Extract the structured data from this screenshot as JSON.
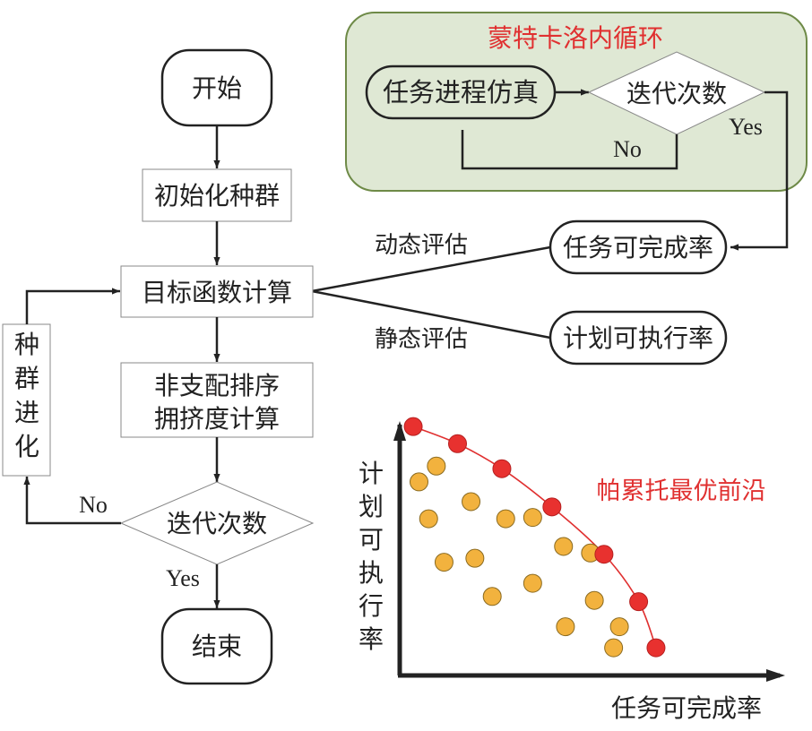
{
  "colors": {
    "stroke_dark": "#222222",
    "box_gray": "#888888",
    "mc_panel_fill": "#dfe8d4",
    "mc_panel_border": "#6e8a47",
    "pareto_red": "#e8312f",
    "dominated_orange": "#f2b23e",
    "dominated_stroke": "#8a6a20",
    "title_red": "#e03030"
  },
  "main_flow": {
    "start": "开始",
    "init_population": "初始化种群",
    "objective_calc": "目标函数计算",
    "nds_line1": "非支配排序",
    "nds_line2": "拥挤度计算",
    "iter_decision": "迭代次数",
    "no_label": "No",
    "yes_label": "Yes",
    "end": "结束",
    "evolution": [
      "种",
      "群",
      "进",
      "化"
    ]
  },
  "monte_carlo": {
    "title": "蒙特卡洛内循环",
    "simulation": "任务进程仿真",
    "iter_decision": "迭代次数",
    "no_label": "No",
    "yes_label": "Yes"
  },
  "evaluation": {
    "dynamic_label": "动态评估",
    "static_label": "静态评估",
    "task_completion": "任务可完成率",
    "plan_executability": "计划可执行率"
  },
  "chart_data": {
    "type": "scatter",
    "title": "",
    "xlabel": "任务可完成率",
    "ylabel": "计划可执行率",
    "xlim": [
      0,
      10
    ],
    "ylim": [
      0,
      10
    ],
    "grid": false,
    "annotation": "帕累托最优前沿",
    "series": [
      {
        "name": "pareto_front",
        "color": "#e8312f",
        "connected": true,
        "points": [
          [
            0.35,
            9.45
          ],
          [
            1.5,
            8.8
          ],
          [
            2.65,
            7.85
          ],
          [
            3.95,
            6.4
          ],
          [
            5.3,
            4.6
          ],
          [
            6.2,
            2.8
          ],
          [
            6.65,
            1.05
          ]
        ]
      },
      {
        "name": "dominated",
        "color": "#f2b23e",
        "connected": false,
        "points": [
          [
            0.5,
            7.35
          ],
          [
            0.95,
            7.95
          ],
          [
            0.75,
            5.95
          ],
          [
            1.15,
            4.3
          ],
          [
            1.85,
            6.6
          ],
          [
            1.95,
            4.45
          ],
          [
            2.75,
            5.95
          ],
          [
            3.45,
            6.0
          ],
          [
            2.4,
            3.0
          ],
          [
            3.45,
            3.5
          ],
          [
            4.25,
            4.9
          ],
          [
            4.95,
            4.65
          ],
          [
            5.05,
            2.85
          ],
          [
            4.3,
            1.85
          ],
          [
            5.7,
            1.85
          ],
          [
            5.55,
            1.05
          ]
        ]
      }
    ]
  }
}
